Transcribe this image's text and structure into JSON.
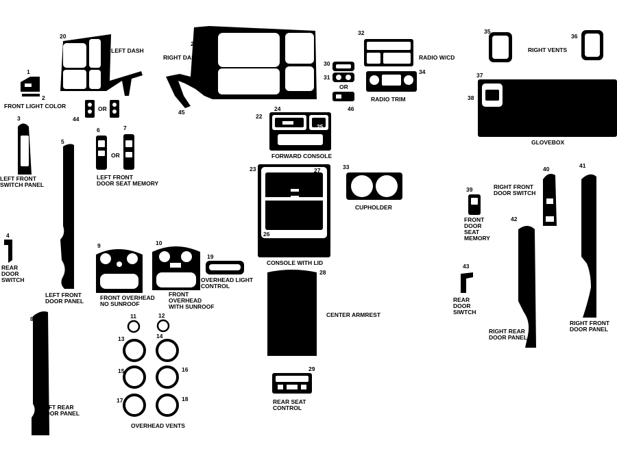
{
  "labels": {
    "left_dash": "LEFT DASH",
    "right_dash": "RIGHT DASH",
    "front_light_color": "FRONT LIGHT COLOR",
    "left_front_switch_panel": [
      "LEFT FRONT",
      "SWITCH PANEL"
    ],
    "left_front_door_seat_memory": [
      "LEFT FRONT",
      "DOOR SEAT MEMORY"
    ],
    "or": "OR",
    "rear_door_switch_left": [
      "REAR",
      "DOOR",
      "SWITCH"
    ],
    "left_front_door_panel": [
      "LEFT FRONT",
      "DOOR PANEL"
    ],
    "front_overhead_no_sunroof": [
      "FRONT OVERHEAD",
      "NO SUNROOF"
    ],
    "front_overhead_with_sunroof": [
      "FRONT",
      "OVERHEAD",
      "WITH SUNROOF"
    ],
    "overhead_light_control": [
      "OVERHEAD LIGHT",
      "CONTROL"
    ],
    "overhead_vents": "OVERHEAD VENTS",
    "left_rear_door_panel": [
      "LEFT REAR",
      "DOOR PANEL"
    ],
    "forward_console": "FORWARD CONSOLE",
    "console_with_lid": "CONSOLE WITH LID",
    "center_armrest": "CENTER ARMREST",
    "rear_seat_control": [
      "REAR SEAT",
      "CONTROL"
    ],
    "radio_wcd": "RADIO W/CD",
    "radio_trim": "RADIO TRIM",
    "cupholder": "CUPHOLDER",
    "right_vents": "RIGHT VENTS",
    "glovebox": "GLOVEBOX",
    "right_front_door_switch": [
      "RIGHT FRONT",
      "DOOR SWITCH"
    ],
    "front_door_seat_memory": [
      "FRONT",
      "DOOR",
      "SEAT",
      "MEMORY"
    ],
    "rear_door_switch_right": [
      "REAR",
      "DOOR",
      "SIWTCH"
    ],
    "right_rear_door_panel": [
      "RIGHT REAR",
      "DOOR PANEL"
    ],
    "right_front_door_panel": [
      "RIGHT FRONT",
      "DOOR PANEL"
    ]
  },
  "part_numbers": {
    "n1": "1",
    "n2": "2",
    "n3": "3",
    "n4": "4",
    "n5": "5",
    "n6": "6",
    "n7": "7",
    "n8": "8",
    "n9": "9",
    "n10": "10",
    "n11": "11",
    "n12": "12",
    "n13": "13",
    "n14": "14",
    "n15": "15",
    "n16": "16",
    "n17": "17",
    "n18": "18",
    "n19": "19",
    "n20": "20",
    "n21": "21",
    "n22": "22",
    "n23": "23",
    "n24": "24",
    "n25": "25",
    "n26": "26",
    "n27": "27",
    "n28": "28",
    "n29": "29",
    "n30": "30",
    "n31": "31",
    "n32": "32",
    "n33": "33",
    "n34": "34",
    "n35": "35",
    "n36": "36",
    "n37": "37",
    "n38": "38",
    "n39": "39",
    "n40": "40",
    "n41": "41",
    "n42": "42",
    "n43": "43",
    "n44": "44",
    "n45": "45",
    "n46": "46"
  },
  "colors": {
    "piece": "#000000",
    "cutout": "#ffffff",
    "background": "#ffffff"
  }
}
